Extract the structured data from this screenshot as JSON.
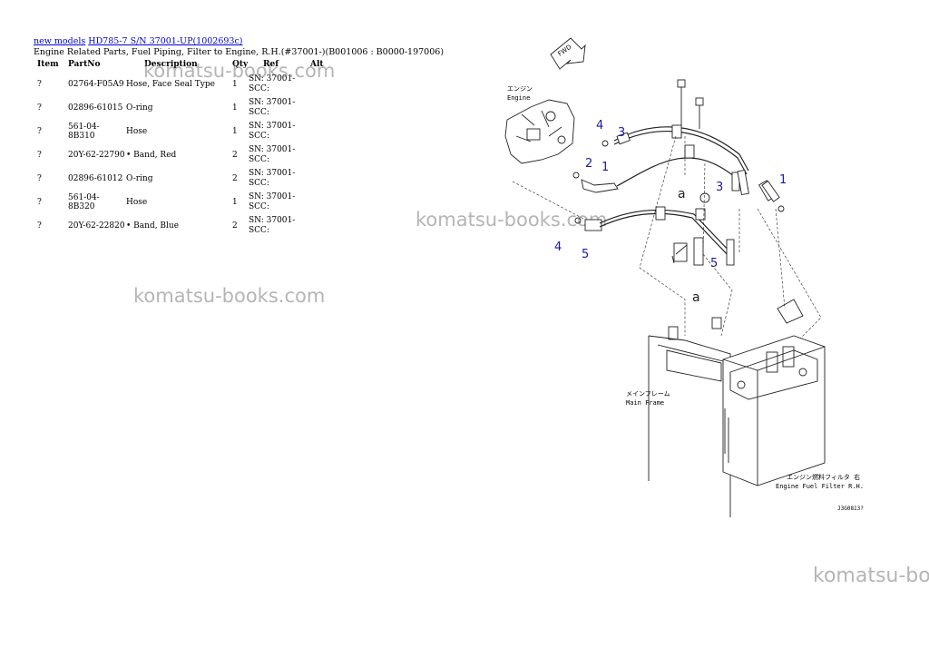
{
  "breadcrumb": {
    "link1": "new models",
    "link2": "HD785-7 S/N 37001-UP(1002693c)"
  },
  "subtitle": "Engine Related Parts, Fuel Piping, Filter to Engine, R.H.(#37001-)(B001006 : B0000-197006)",
  "table": {
    "headers": {
      "item": "Item",
      "partno": "PartNo",
      "description": "Description",
      "qty": "Qty",
      "ref": "Ref",
      "alt": "Alt"
    },
    "rows": [
      {
        "item": "?",
        "partno": "02764-F05A9",
        "description": "Hose, Face Seal Type",
        "qty": "1",
        "ref": "SN: 37001-SCC:"
      },
      {
        "item": "?",
        "partno": "02896-61015",
        "description": "O-ring",
        "qty": "1",
        "ref": "SN: 37001-SCC:"
      },
      {
        "item": "?",
        "partno": "561-04-8B310",
        "description": "Hose",
        "qty": "1",
        "ref": "SN: 37001-SCC:"
      },
      {
        "item": "?",
        "partno": "20Y-62-22790",
        "description": "• Band, Red",
        "qty": "2",
        "ref": "SN: 37001-SCC:"
      },
      {
        "item": "?",
        "partno": "02896-61012",
        "description": "O-ring",
        "qty": "2",
        "ref": "SN: 37001-SCC:"
      },
      {
        "item": "?",
        "partno": "561-04-8B320",
        "description": "Hose",
        "qty": "1",
        "ref": "SN: 37001-SCC:"
      },
      {
        "item": "?",
        "partno": "20Y-62-22820",
        "description": "• Band, Blue",
        "qty": "2",
        "ref": "SN: 37001-SCC:"
      }
    ]
  },
  "watermark": "komatsu-books.com",
  "watermark_partial": "komatsu-bo",
  "diagram": {
    "fwd": "FWD",
    "engine_jp": "エンジン",
    "engine_en": "Engine",
    "frame_jp": "メインフレーム",
    "frame_en": "Main Frame",
    "filter_jp": "エンジン燃料フィルタ 右",
    "filter_en": "Engine Fuel Filter R.H.",
    "ref_code": "J3G0813?",
    "callouts": [
      "1",
      "2",
      "3",
      "4",
      "5"
    ],
    "marker_a": "a",
    "callout_color": "#1a1aa6"
  }
}
